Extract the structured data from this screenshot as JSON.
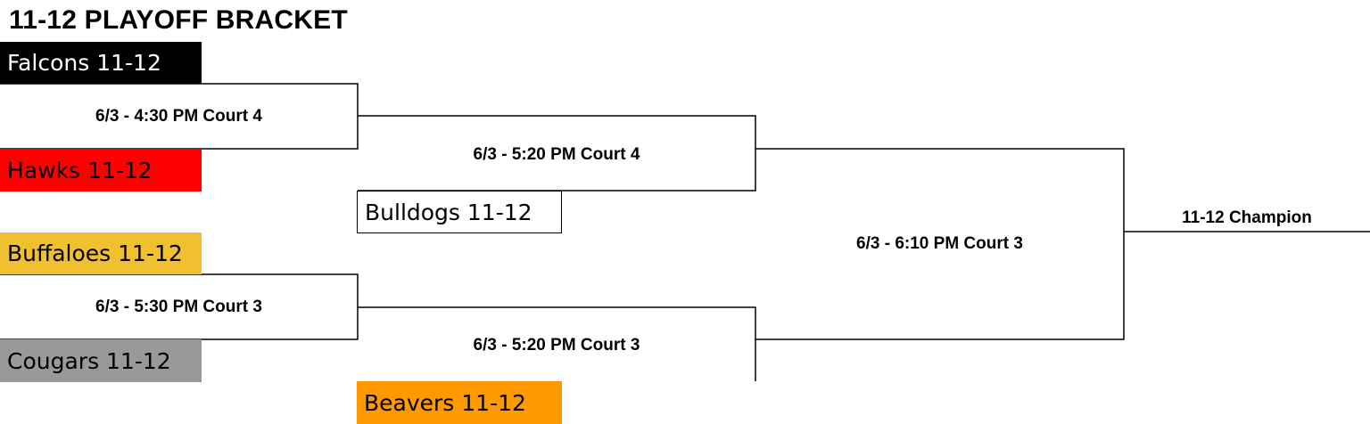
{
  "bracket": {
    "title": "11-12 PLAYOFF BRACKET",
    "teams": {
      "falcons": {
        "label": "Falcons 11-12",
        "bg": "#000000",
        "fg": "#ffffff"
      },
      "hawks": {
        "label": "Hawks 11-12",
        "bg": "#ff0000",
        "fg": "#000000"
      },
      "buffaloes": {
        "label": "Buffaloes 11-12",
        "bg": "#f0c030",
        "fg": "#000000"
      },
      "cougars": {
        "label": "Cougars 11-12",
        "bg": "#999999",
        "fg": "#000000"
      },
      "bulldogs": {
        "label": "Bulldogs 11-12",
        "bg": "#ffffff",
        "fg": "#000000"
      },
      "beavers": {
        "label": "Beavers 11-12",
        "bg": "#ff9900",
        "fg": "#000000"
      }
    },
    "games": {
      "round1_top": "6/3 - 4:30 PM Court 4",
      "round1_bottom": "6/3 - 5:30 PM Court 3",
      "semi_top": "6/3 - 5:20 PM Court 4",
      "semi_bottom": "6/3 - 5:20 PM Court 3",
      "final": "6/3 - 6:10 PM Court 3"
    },
    "champion_label": "11-12 Champion",
    "line_color": "#000000"
  }
}
